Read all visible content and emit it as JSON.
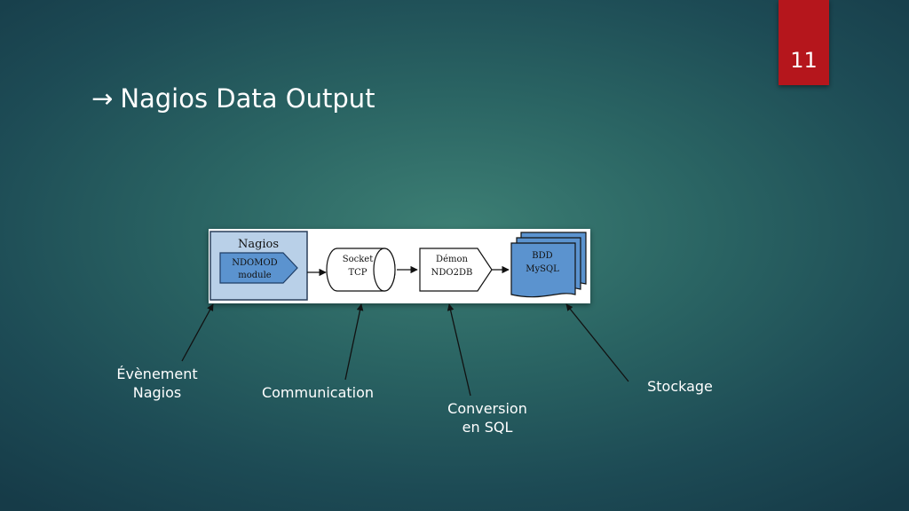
{
  "slide": {
    "number": "11",
    "title": "Nagios Data Output",
    "title_arrow_icon": "arrow-right-icon"
  },
  "diagram": {
    "nagios_group": {
      "title": "Nagios"
    },
    "ndomod": {
      "line1": "NDOMOD",
      "line2": "module"
    },
    "socket": {
      "line1": "Socket",
      "line2": "TCP"
    },
    "daemon": {
      "line1": "Démon",
      "line2": "NDO2DB"
    },
    "database": {
      "line1": "BDD",
      "line2": "MySQL"
    }
  },
  "annotations": {
    "event": {
      "line1": "Évènement",
      "line2": "Nagios"
    },
    "communication": {
      "line1": "Communication"
    },
    "conversion": {
      "line1": "Conversion",
      "line2": "en SQL"
    },
    "storage": {
      "line1": "Stockage"
    }
  },
  "colors": {
    "accent_red": "#b5161c",
    "module_blue": "#5b93cf",
    "group_fill": "#b9d0e8"
  }
}
